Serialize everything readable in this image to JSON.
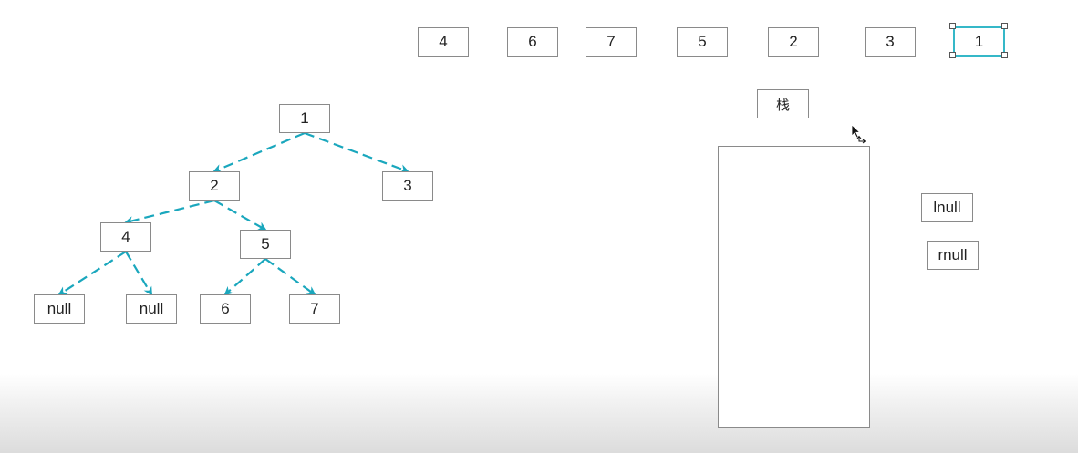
{
  "tree": {
    "nodes": {
      "n1": "1",
      "n2": "2",
      "n3": "3",
      "n4": "4",
      "n5": "5",
      "n4_left": "null",
      "n4_right": "null",
      "n6": "6",
      "n7": "7"
    },
    "edges": [
      [
        "n1",
        "n2"
      ],
      [
        "n1",
        "n3"
      ],
      [
        "n2",
        "n4"
      ],
      [
        "n2",
        "n5"
      ],
      [
        "n4",
        "n4_left"
      ],
      [
        "n4",
        "n4_right"
      ],
      [
        "n5",
        "n6"
      ],
      [
        "n5",
        "n7"
      ]
    ],
    "edge_color": "#1aa7bd",
    "edge_style": "dashed-arrow"
  },
  "output_sequence": [
    "4",
    "6",
    "7",
    "5",
    "2",
    "3",
    "1"
  ],
  "selected_sequence_item": "1",
  "selection_color": "#35b8c8",
  "stack": {
    "label": "栈",
    "items": []
  },
  "markers": {
    "left_null": "lnull",
    "right_null": "rnull"
  }
}
